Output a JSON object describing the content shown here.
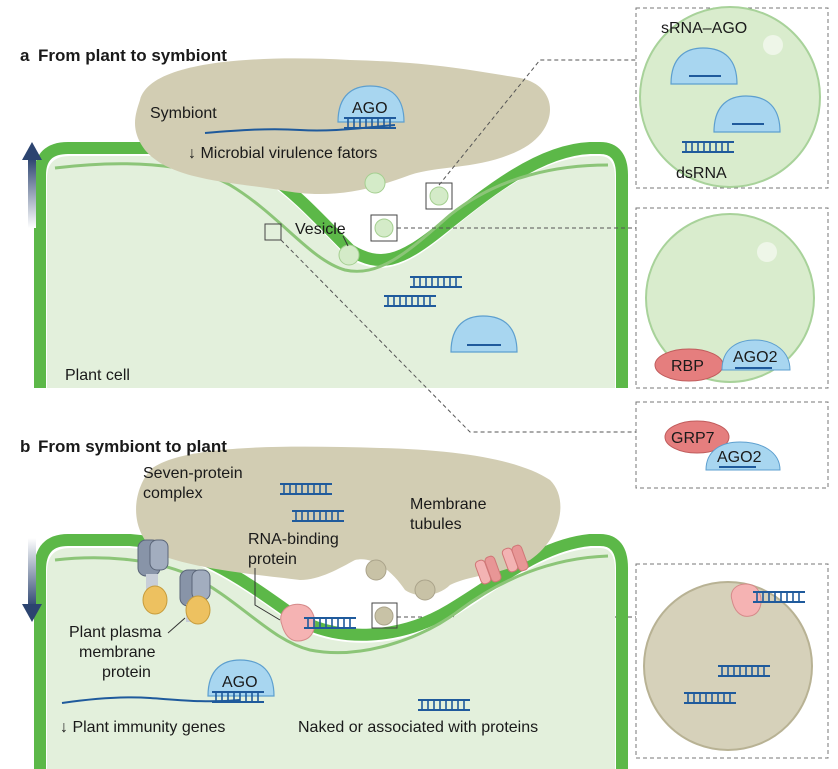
{
  "panel_a": {
    "letter": "a",
    "title": "From plant to symbiont",
    "symbiont_label": "Symbiont",
    "ago_label": "AGO",
    "virulence_label": "↓ Microbial virulence fators",
    "vesicle_label": "Vesicle",
    "plant_cell_label": "Plant cell",
    "inset1": {
      "srna_ago": "sRNA–AGO",
      "dsrna": "dsRNA"
    },
    "inset2": {
      "rbp": "RBP",
      "ago2": "AGO2"
    },
    "inset3": {
      "grp7": "GRP7",
      "ago2": "AGO2"
    }
  },
  "panel_b": {
    "letter": "b",
    "title": "From symbiont to plant",
    "seven_protein_line1": "Seven-protein",
    "seven_protein_line2": "complex",
    "rna_binding_line1": "RNA-binding",
    "rna_binding_line2": "protein",
    "membrane_tubules_line1": "Membrane",
    "membrane_tubules_line2": "tubules",
    "plasma_line1": "Plant plasma",
    "plasma_line2": "membrane",
    "plasma_line3": "protein",
    "ago_label": "AGO",
    "immunity_label": "↓ Plant immunity genes",
    "naked_label": "Naked or associated with proteins"
  },
  "colors": {
    "cell_wall": "#5cb848",
    "cell_fill": "#e3f0dc",
    "symbiont": "#d2cdb3",
    "ago": "#a8d6f0",
    "rbp": "#e57e7e",
    "rna": "#1f5a9c",
    "arrow": "#2c4470"
  }
}
